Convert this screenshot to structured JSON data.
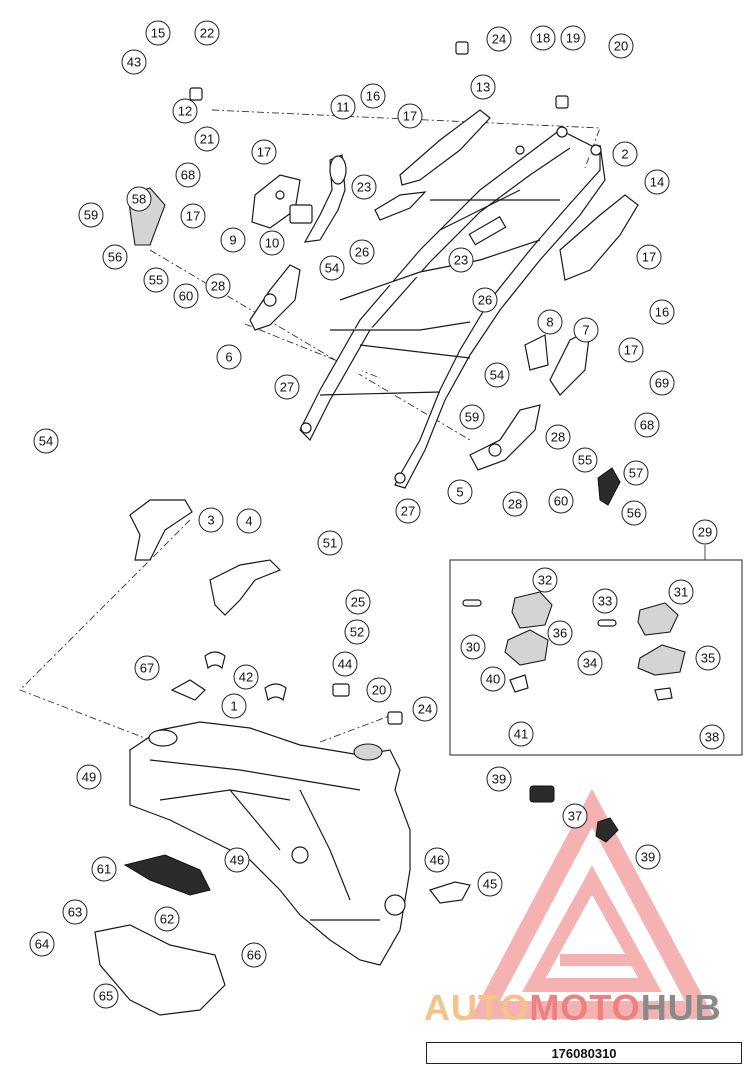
{
  "callouts": [
    "43",
    "15",
    "22",
    "12",
    "24",
    "18",
    "19",
    "20",
    "11",
    "16",
    "17",
    "13",
    "2",
    "21",
    "17",
    "68",
    "23",
    "58",
    "59",
    "56",
    "17",
    "9",
    "10",
    "26",
    "55",
    "60",
    "54",
    "23",
    "14",
    "17",
    "16",
    "28",
    "6",
    "26",
    "8",
    "7",
    "17",
    "54",
    "69",
    "27",
    "59",
    "68",
    "28",
    "5",
    "55",
    "57",
    "27",
    "28",
    "60",
    "56",
    "54",
    "3",
    "4",
    "51",
    "25",
    "52",
    "29",
    "32",
    "31",
    "33",
    "30",
    "36",
    "35",
    "34",
    "40",
    "41",
    "38",
    "67",
    "42",
    "44",
    "20",
    "24",
    "1",
    "49",
    "39",
    "37",
    "39",
    "49",
    "61",
    "46",
    "45",
    "62",
    "63",
    "64",
    "65",
    "66"
  ],
  "kit_group_label": "29",
  "document_number": "176080310",
  "watermark": {
    "part1": "AUTO",
    "part2": "MOTO",
    "part3": "HUB",
    "colors": {
      "part1": "#f5c28a",
      "part2": "#f08080",
      "part3": "#8a8a8a",
      "logo": "#f08080"
    }
  }
}
